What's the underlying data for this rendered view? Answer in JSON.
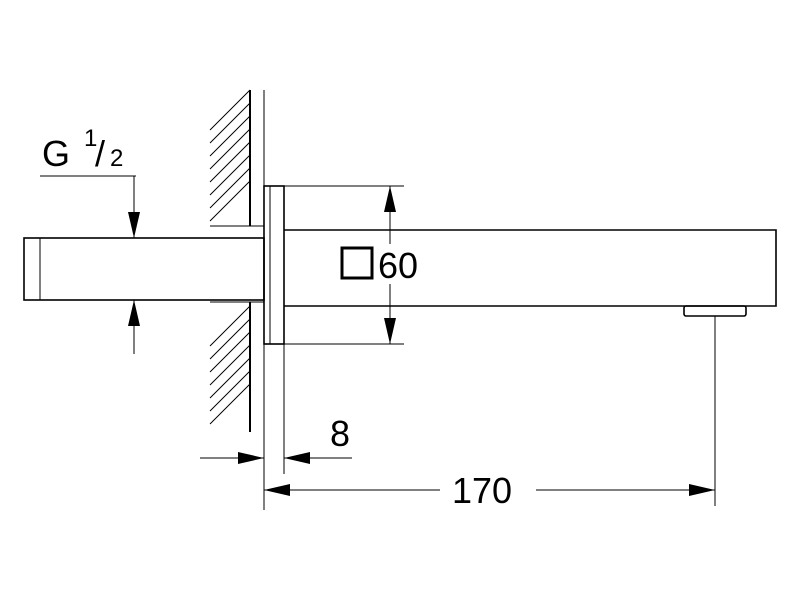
{
  "thread": {
    "letter": "G",
    "numerator": "1",
    "slash": "/",
    "denominator": "2"
  },
  "dimensions": {
    "square_size": "60",
    "flange_depth": "8",
    "projection": "170"
  },
  "colors": {
    "line": "#000000",
    "background": "#ffffff"
  }
}
